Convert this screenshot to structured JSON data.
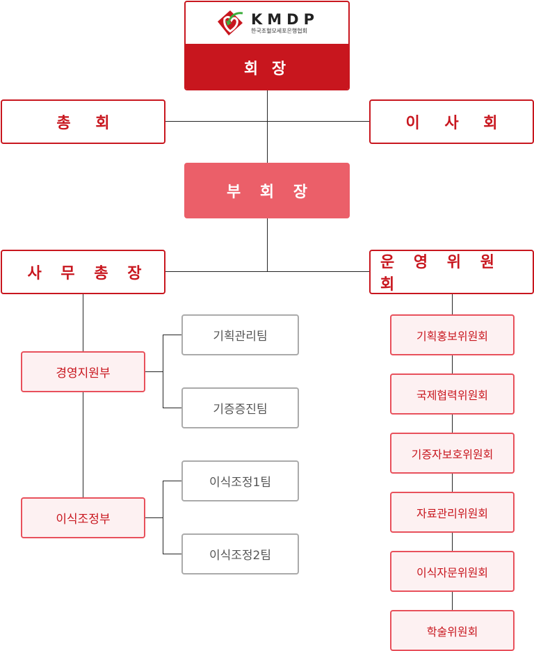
{
  "logo": {
    "brand": "KMDP",
    "subtitle": "한국조혈모세포은행협회"
  },
  "chairman": "회 장",
  "general_assembly": "총 회",
  "board": "이 사 회",
  "vice_chairman": "부 회 장",
  "secretary_general": "사 무 총 장",
  "steering_committee": "운 영 위 원 회",
  "departments": [
    {
      "name": "경영지원부",
      "teams": [
        "기획관리팀",
        "기증증진팀"
      ]
    },
    {
      "name": "이식조정부",
      "teams": [
        "이식조정1팀",
        "이식조정2팀"
      ]
    }
  ],
  "committees": [
    "기획홍보위원회",
    "국제협력위원회",
    "기증자보호위원회",
    "자료관리위원회",
    "이식자문위원회",
    "학술위원회"
  ],
  "colors": {
    "primary": "#c8161e",
    "vice": "#eb5f69",
    "light": "#fdf1f2"
  }
}
